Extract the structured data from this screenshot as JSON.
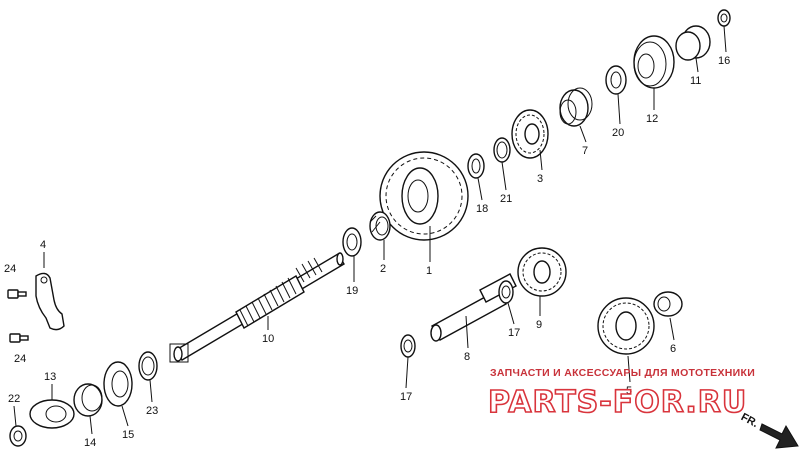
{
  "diagram": {
    "callouts": [
      {
        "id": "1",
        "label": "1"
      },
      {
        "id": "2",
        "label": "2"
      },
      {
        "id": "3",
        "label": "3"
      },
      {
        "id": "4",
        "label": "4"
      },
      {
        "id": "5",
        "label": "5"
      },
      {
        "id": "6",
        "label": "6"
      },
      {
        "id": "7",
        "label": "7"
      },
      {
        "id": "8",
        "label": "8"
      },
      {
        "id": "9",
        "label": "9"
      },
      {
        "id": "10",
        "label": "10"
      },
      {
        "id": "11",
        "label": "11"
      },
      {
        "id": "12",
        "label": "12"
      },
      {
        "id": "13",
        "label": "13"
      },
      {
        "id": "14",
        "label": "14"
      },
      {
        "id": "15",
        "label": "15"
      },
      {
        "id": "16",
        "label": "16"
      },
      {
        "id": "17a",
        "label": "17"
      },
      {
        "id": "17b",
        "label": "17"
      },
      {
        "id": "18",
        "label": "18"
      },
      {
        "id": "19",
        "label": "19"
      },
      {
        "id": "20",
        "label": "20"
      },
      {
        "id": "21",
        "label": "21"
      },
      {
        "id": "22",
        "label": "22"
      },
      {
        "id": "23",
        "label": "23"
      },
      {
        "id": "24a",
        "label": "24"
      },
      {
        "id": "24b",
        "label": "24"
      }
    ],
    "direction_label": "FR.",
    "colors": {
      "ink": "#111111",
      "watermark": "#d9343c"
    }
  },
  "watermark": {
    "tagline": "ЗАПЧАСТИ И АКСЕССУАРЫ ДЛЯ МОТОТЕХНИКИ",
    "brand": "PARTS-FOR.RU"
  }
}
